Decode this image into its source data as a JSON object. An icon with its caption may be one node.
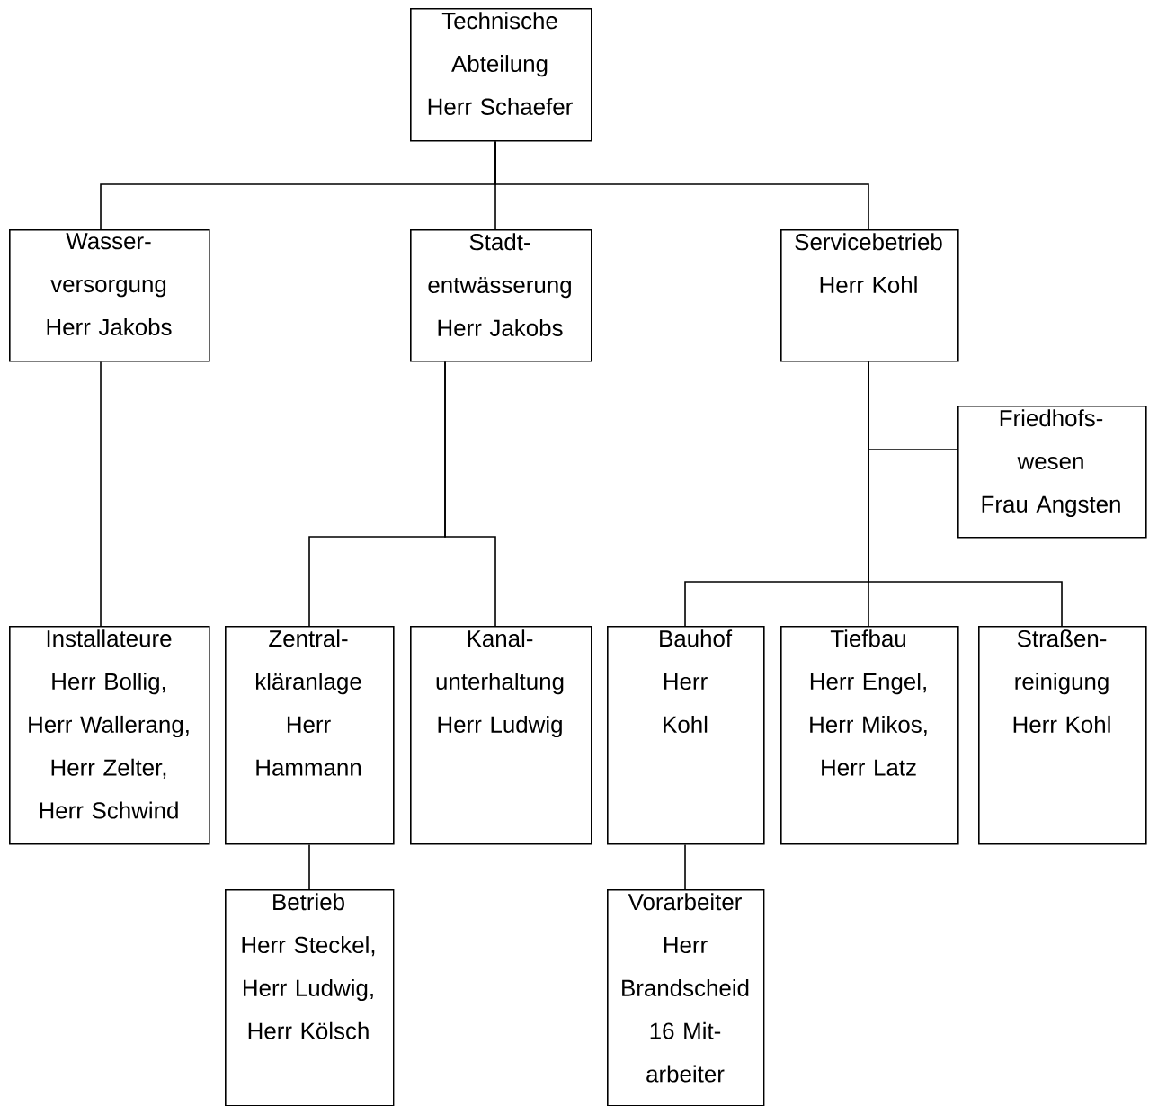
{
  "diagram": {
    "nodes": [
      {
        "text": [
          "Technische Abteilung",
          "Herr Schaefer"
        ]
      },
      {
        "text": [
          "Wasser- versorgung",
          "Herr Jakobs"
        ]
      },
      {
        "text": [
          "Stadt- entwässerung",
          "Herr Jakobs"
        ]
      },
      {
        "text": [
          "Servicebetrieb",
          "Herr Kohl"
        ]
      },
      {
        "text": [
          "Friedhofs- wesen",
          "Frau Angsten"
        ]
      },
      {
        "text": [
          "Installateure",
          "Herr Bollig, Herr Wallerang, Herr Zelter, Herr Schwind"
        ]
      },
      {
        "text": [
          "Zentral- kläranlage",
          "Herr Hammann"
        ]
      },
      {
        "text": [
          "Kanal- unterhaltung",
          "Herr Ludwig"
        ]
      },
      {
        "text": [
          "Bauhof",
          "Herr Kohl"
        ]
      },
      {
        "text": [
          "Tiefbau",
          "Herr Engel, Herr Mikos, Herr Latz"
        ]
      },
      {
        "text": [
          "Straßen- reinigung",
          "Herr Kohl"
        ]
      },
      {
        "text": [
          "Betrieb",
          "Herr Steckel, Herr Ludwig, Herr Kölsch"
        ]
      },
      {
        "text": [
          "Vorarbeiter",
          "Herr Brandscheid",
          "16 Mit- arbeiter"
        ]
      }
    ],
    "edges": [
      {
        "from": 0,
        "to": 1,
        "arrow": "none"
      },
      {
        "from": 0,
        "to": 2,
        "arrow": "none"
      },
      {
        "from": 0,
        "to": 3,
        "arrow": "none"
      },
      {
        "from": 1,
        "to": 5,
        "arrow": "none"
      },
      {
        "from": 2,
        "to": 6,
        "arrow": "none"
      },
      {
        "from": 2,
        "to": 7,
        "arrow": "none"
      },
      {
        "from": 3,
        "to": 4,
        "arrow": "none"
      },
      {
        "from": 3,
        "to": 8,
        "arrow": "none"
      },
      {
        "from": 3,
        "to": 9,
        "arrow": "none"
      },
      {
        "from": 3,
        "to": 10,
        "arrow": "none"
      },
      {
        "from": 6,
        "to": 11,
        "arrow": "none"
      },
      {
        "from": 8,
        "to": 12,
        "arrow": "none"
      }
    ]
  }
}
